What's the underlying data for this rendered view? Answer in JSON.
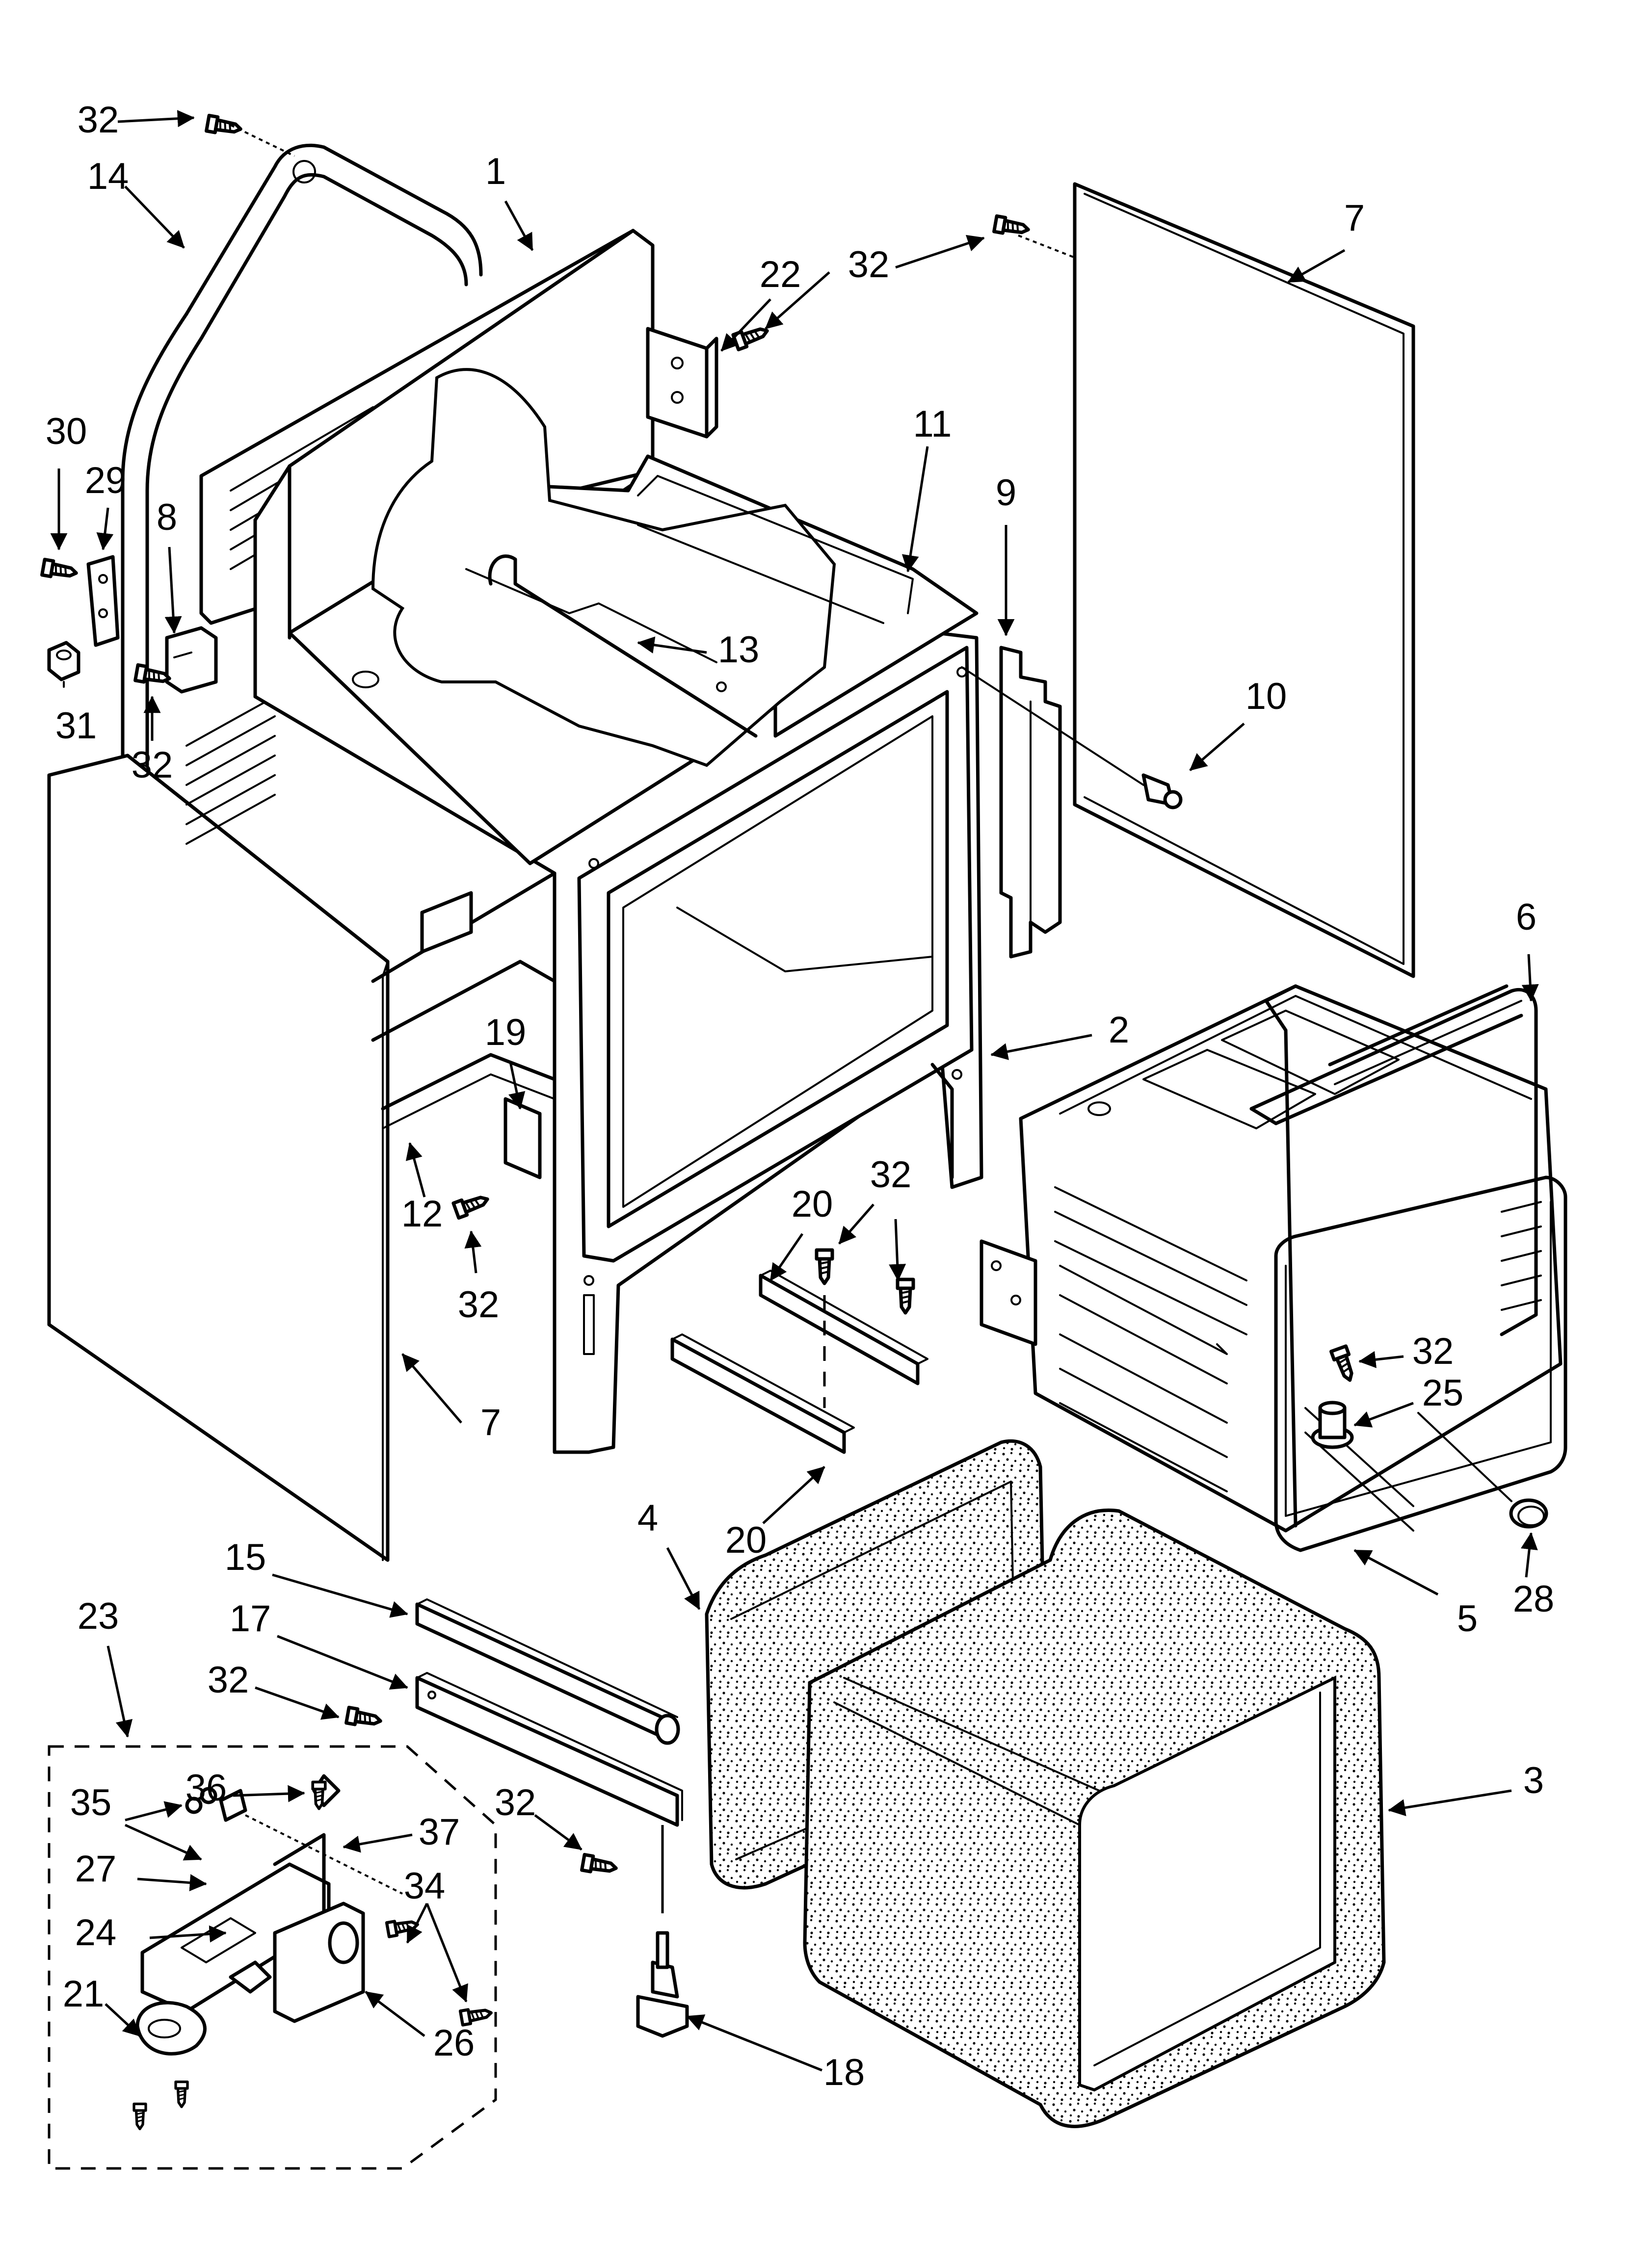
{
  "callouts": [
    {
      "id": "c32a",
      "label": "32"
    },
    {
      "id": "c14",
      "label": "14"
    },
    {
      "id": "c1",
      "label": "1"
    },
    {
      "id": "c32b",
      "label": "32"
    },
    {
      "id": "c22",
      "label": "22"
    },
    {
      "id": "c7a",
      "label": "7"
    },
    {
      "id": "c30",
      "label": "30"
    },
    {
      "id": "c29",
      "label": "29"
    },
    {
      "id": "c8",
      "label": "8"
    },
    {
      "id": "c11",
      "label": "11"
    },
    {
      "id": "c9",
      "label": "9"
    },
    {
      "id": "c13",
      "label": "13"
    },
    {
      "id": "c31",
      "label": "31"
    },
    {
      "id": "c32c",
      "label": "32"
    },
    {
      "id": "c10",
      "label": "10"
    },
    {
      "id": "c6",
      "label": "6"
    },
    {
      "id": "c2",
      "label": "2"
    },
    {
      "id": "c19",
      "label": "19"
    },
    {
      "id": "c20a",
      "label": "20"
    },
    {
      "id": "c32d",
      "label": "32"
    },
    {
      "id": "c12",
      "label": "12"
    },
    {
      "id": "c32e",
      "label": "32"
    },
    {
      "id": "c32f",
      "label": "32"
    },
    {
      "id": "c25",
      "label": "25"
    },
    {
      "id": "c7b",
      "label": "7"
    },
    {
      "id": "c4",
      "label": "4"
    },
    {
      "id": "c20b",
      "label": "20"
    },
    {
      "id": "c28",
      "label": "28"
    },
    {
      "id": "c5",
      "label": "5"
    },
    {
      "id": "c15",
      "label": "15"
    },
    {
      "id": "c23",
      "label": "23"
    },
    {
      "id": "c17",
      "label": "17"
    },
    {
      "id": "c32g",
      "label": "32"
    },
    {
      "id": "c3",
      "label": "3"
    },
    {
      "id": "c36",
      "label": "36"
    },
    {
      "id": "c35",
      "label": "35"
    },
    {
      "id": "c32h",
      "label": "32"
    },
    {
      "id": "c37",
      "label": "37"
    },
    {
      "id": "c27",
      "label": "27"
    },
    {
      "id": "c34",
      "label": "34"
    },
    {
      "id": "c24",
      "label": "24"
    },
    {
      "id": "c21",
      "label": "21"
    },
    {
      "id": "c26",
      "label": "26"
    },
    {
      "id": "c18",
      "label": "18"
    }
  ]
}
